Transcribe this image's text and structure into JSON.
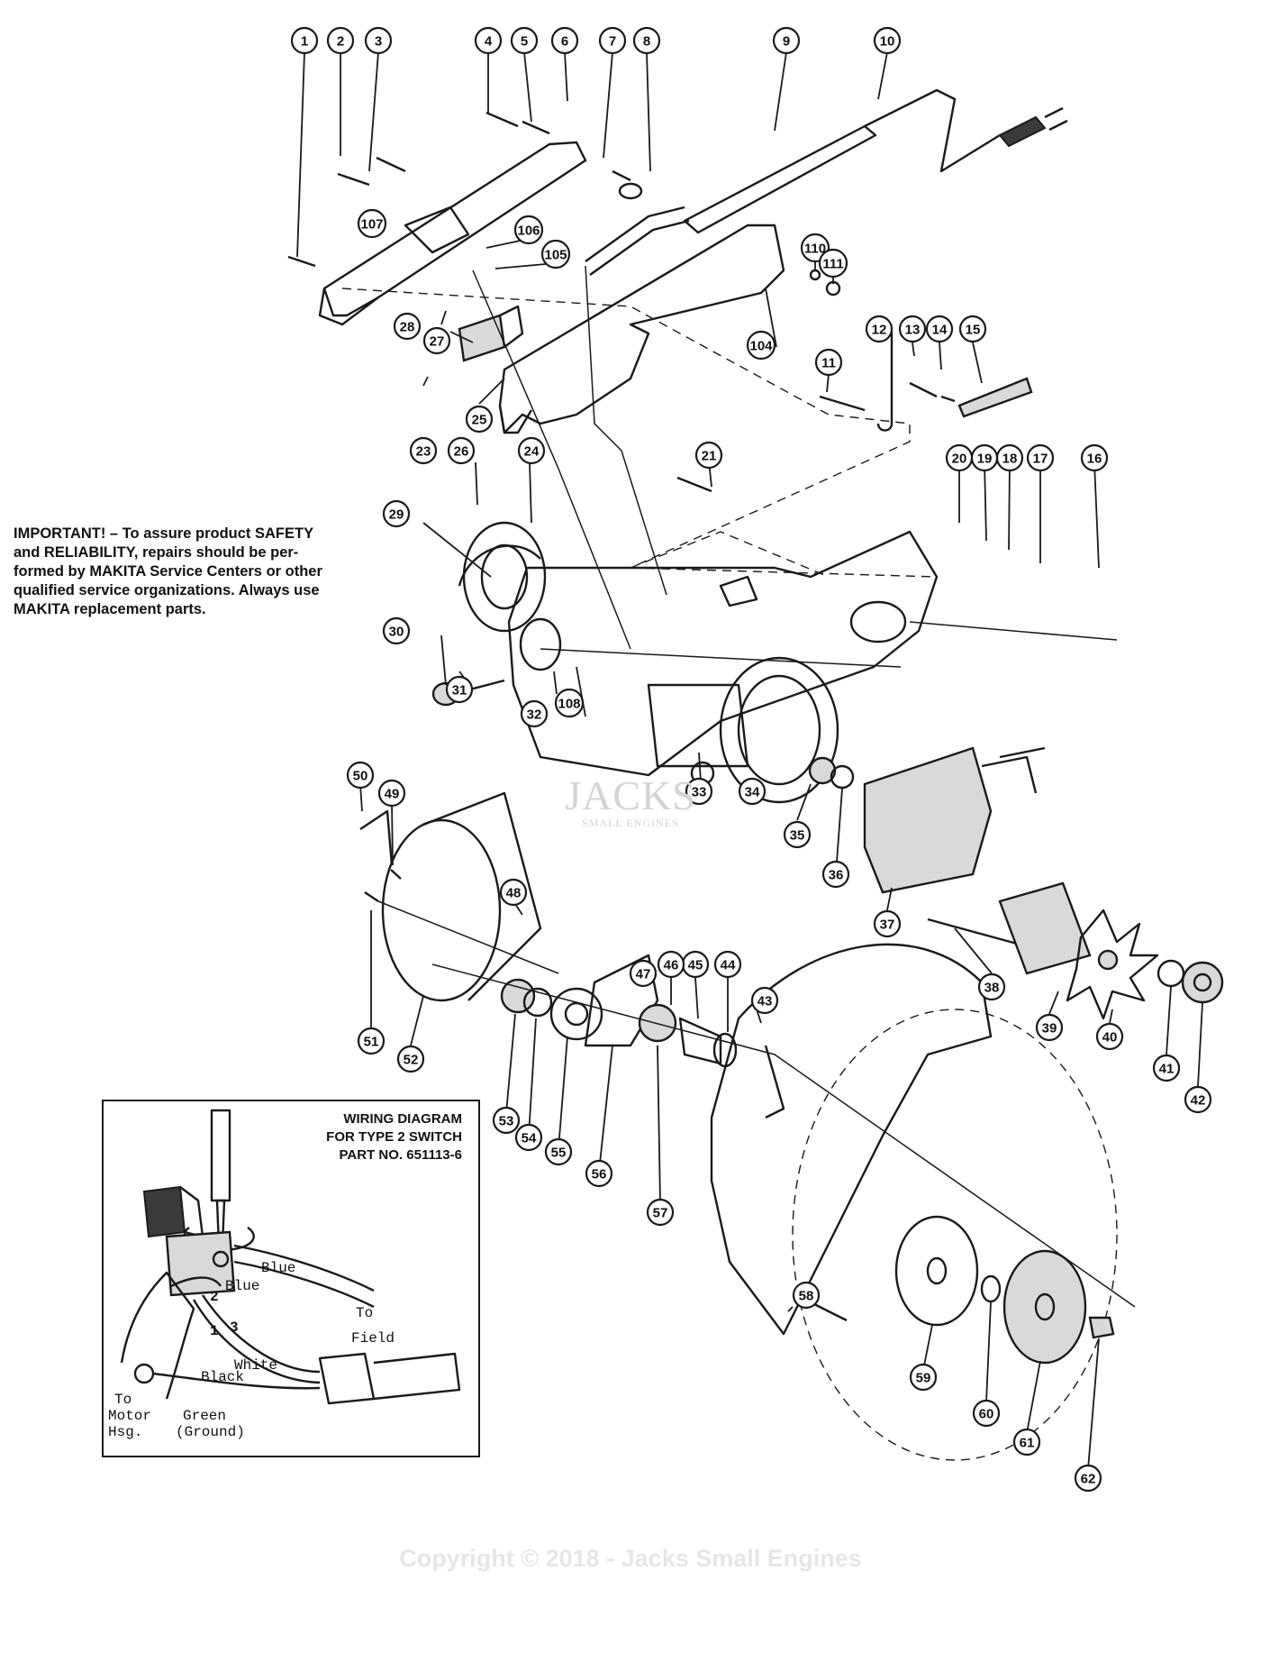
{
  "notice": {
    "lines": [
      "IMPORTANT! – To assure product SAFETY",
      "and RELIABILITY, repairs should be per-",
      "formed by MAKITA Service Centers or other",
      "qualified service organizations. Always use",
      "MAKITA replacement parts."
    ]
  },
  "wiring": {
    "title_lines": [
      "WIRING DIAGRAM",
      "FOR TYPE 2 SWITCH",
      "PART NO. 651113-6"
    ],
    "labels": {
      "blue1": "Blue",
      "blue2": "Blue",
      "to": "To",
      "field": "Field",
      "white": "White",
      "black": "Black",
      "to_motor": "To",
      "motor": "Motor",
      "hsg": "Hsg.",
      "green": "Green",
      "ground": "(Ground)",
      "t1": "1",
      "t2": "2",
      "t3": "3"
    }
  },
  "callouts": [
    "1",
    "2",
    "3",
    "4",
    "5",
    "6",
    "7",
    "8",
    "9",
    "10",
    "11",
    "12",
    "13",
    "14",
    "15",
    "16",
    "17",
    "18",
    "19",
    "20",
    "21",
    "23",
    "24",
    "25",
    "26",
    "27",
    "28",
    "29",
    "30",
    "31",
    "32",
    "33",
    "34",
    "35",
    "36",
    "37",
    "38",
    "39",
    "40",
    "41",
    "42",
    "43",
    "44",
    "45",
    "46",
    "47",
    "48",
    "49",
    "50",
    "51",
    "52",
    "53",
    "54",
    "55",
    "56",
    "57",
    "58",
    "59",
    "60",
    "61",
    "62",
    "104",
    "105",
    "106",
    "107",
    "108",
    "110",
    "111"
  ],
  "watermark": {
    "line1": "JACKS",
    "line2": "SMALL ENGINES"
  },
  "copyright": "Copyright © 2018 - Jacks Small Engines",
  "colors": {
    "ink": "#1a1a1a",
    "paper": "#ffffff",
    "watermark": "#e6e6e6"
  }
}
